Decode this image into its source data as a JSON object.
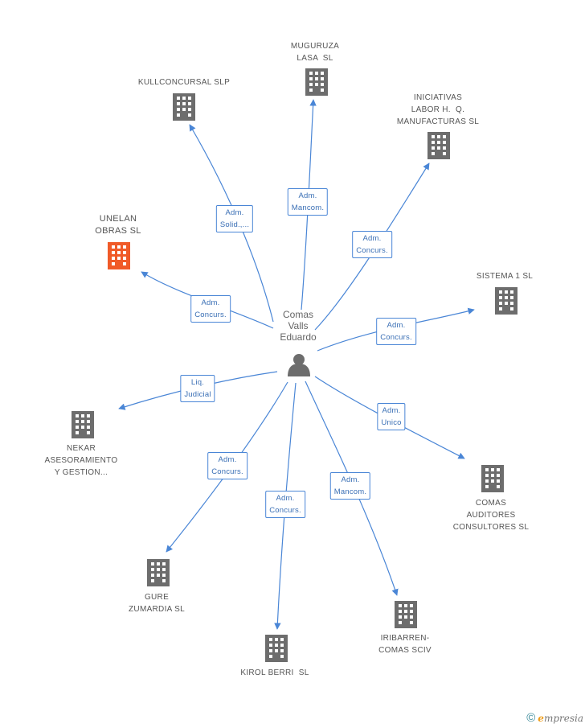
{
  "colors": {
    "edge": "#4a86d6",
    "building": "#6d6d6d",
    "building_highlight": "#f05a28",
    "person": "#6d6d6d"
  },
  "center": {
    "label": "Comas\nValls\nEduardo",
    "icon": "person-icon"
  },
  "companies": [
    {
      "id": "muguruza",
      "label": "MUGURUZA\nLASA  SL",
      "relation": "Adm.\nMancom.",
      "highlight": false
    },
    {
      "id": "kullconcursal",
      "label": "KULLCONCURSAL SLP",
      "relation": "Adm.\nSolid.,...",
      "highlight": false
    },
    {
      "id": "iniciativas",
      "label": "INICIATIVAS\nLABOR H.  Q.\nMANUFACTURAS SL",
      "relation": "Adm.\nConcurs.",
      "highlight": false
    },
    {
      "id": "unelan",
      "label": "UNELAN\nOBRAS SL",
      "relation": "Adm.\nConcurs.",
      "highlight": true
    },
    {
      "id": "sistema1",
      "label": "SISTEMA 1 SL",
      "relation": "Adm.\nConcurs.",
      "highlight": false
    },
    {
      "id": "nekar",
      "label": "NEKAR\nASESORAMIENTO\nY GESTION...",
      "relation": "Liq.\nJudicial",
      "highlight": false
    },
    {
      "id": "comas",
      "label": "COMAS\nAUDITORES\nCONSULTORES SL",
      "relation": "Adm.\nUnico",
      "highlight": false
    },
    {
      "id": "gure",
      "label": "GURE\nZUMARDIA SL",
      "relation": "Adm.\nConcurs.",
      "highlight": false
    },
    {
      "id": "kirol",
      "label": "KIROL BERRI  SL",
      "relation": "Adm.\nConcurs.",
      "highlight": false
    },
    {
      "id": "iribarren",
      "label": "IRIBARREN-\nCOMAS SCIV",
      "relation": "Adm.\nMancom.",
      "highlight": false
    }
  ],
  "footer": {
    "copyright": "©",
    "brand_initial": "e",
    "brand_rest": "mpresia"
  }
}
